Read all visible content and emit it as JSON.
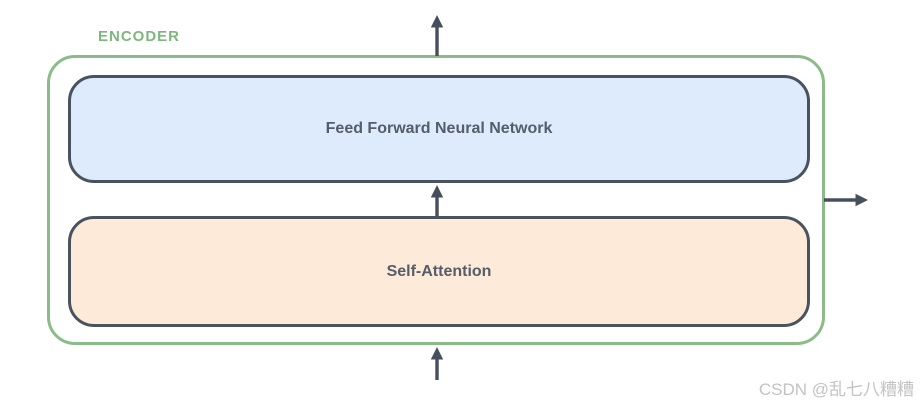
{
  "diagram": {
    "container_label": "ENCODER",
    "boxes": [
      {
        "label": "Feed Forward Neural Network"
      },
      {
        "label": "Self-Attention"
      }
    ],
    "arrows": [
      {
        "name": "input-arrow-bottom",
        "direction": "up"
      },
      {
        "name": "arrow-attention-to-ffnn",
        "direction": "up"
      },
      {
        "name": "output-arrow-top",
        "direction": "up"
      },
      {
        "name": "output-arrow-right",
        "direction": "right"
      }
    ],
    "colors": {
      "encoder_border": "#8abc8a",
      "encoder_label": "#7eb77e",
      "ffnn_fill": "#ddebfc",
      "attention_fill": "#fdead9",
      "box_border": "#49535f",
      "box_text": "#545d69",
      "arrow": "#46505d",
      "watermark_text": "#c3c3c3",
      "background": "#ffffff"
    }
  },
  "watermark": {
    "text": "CSDN @乱七八糟糟"
  }
}
